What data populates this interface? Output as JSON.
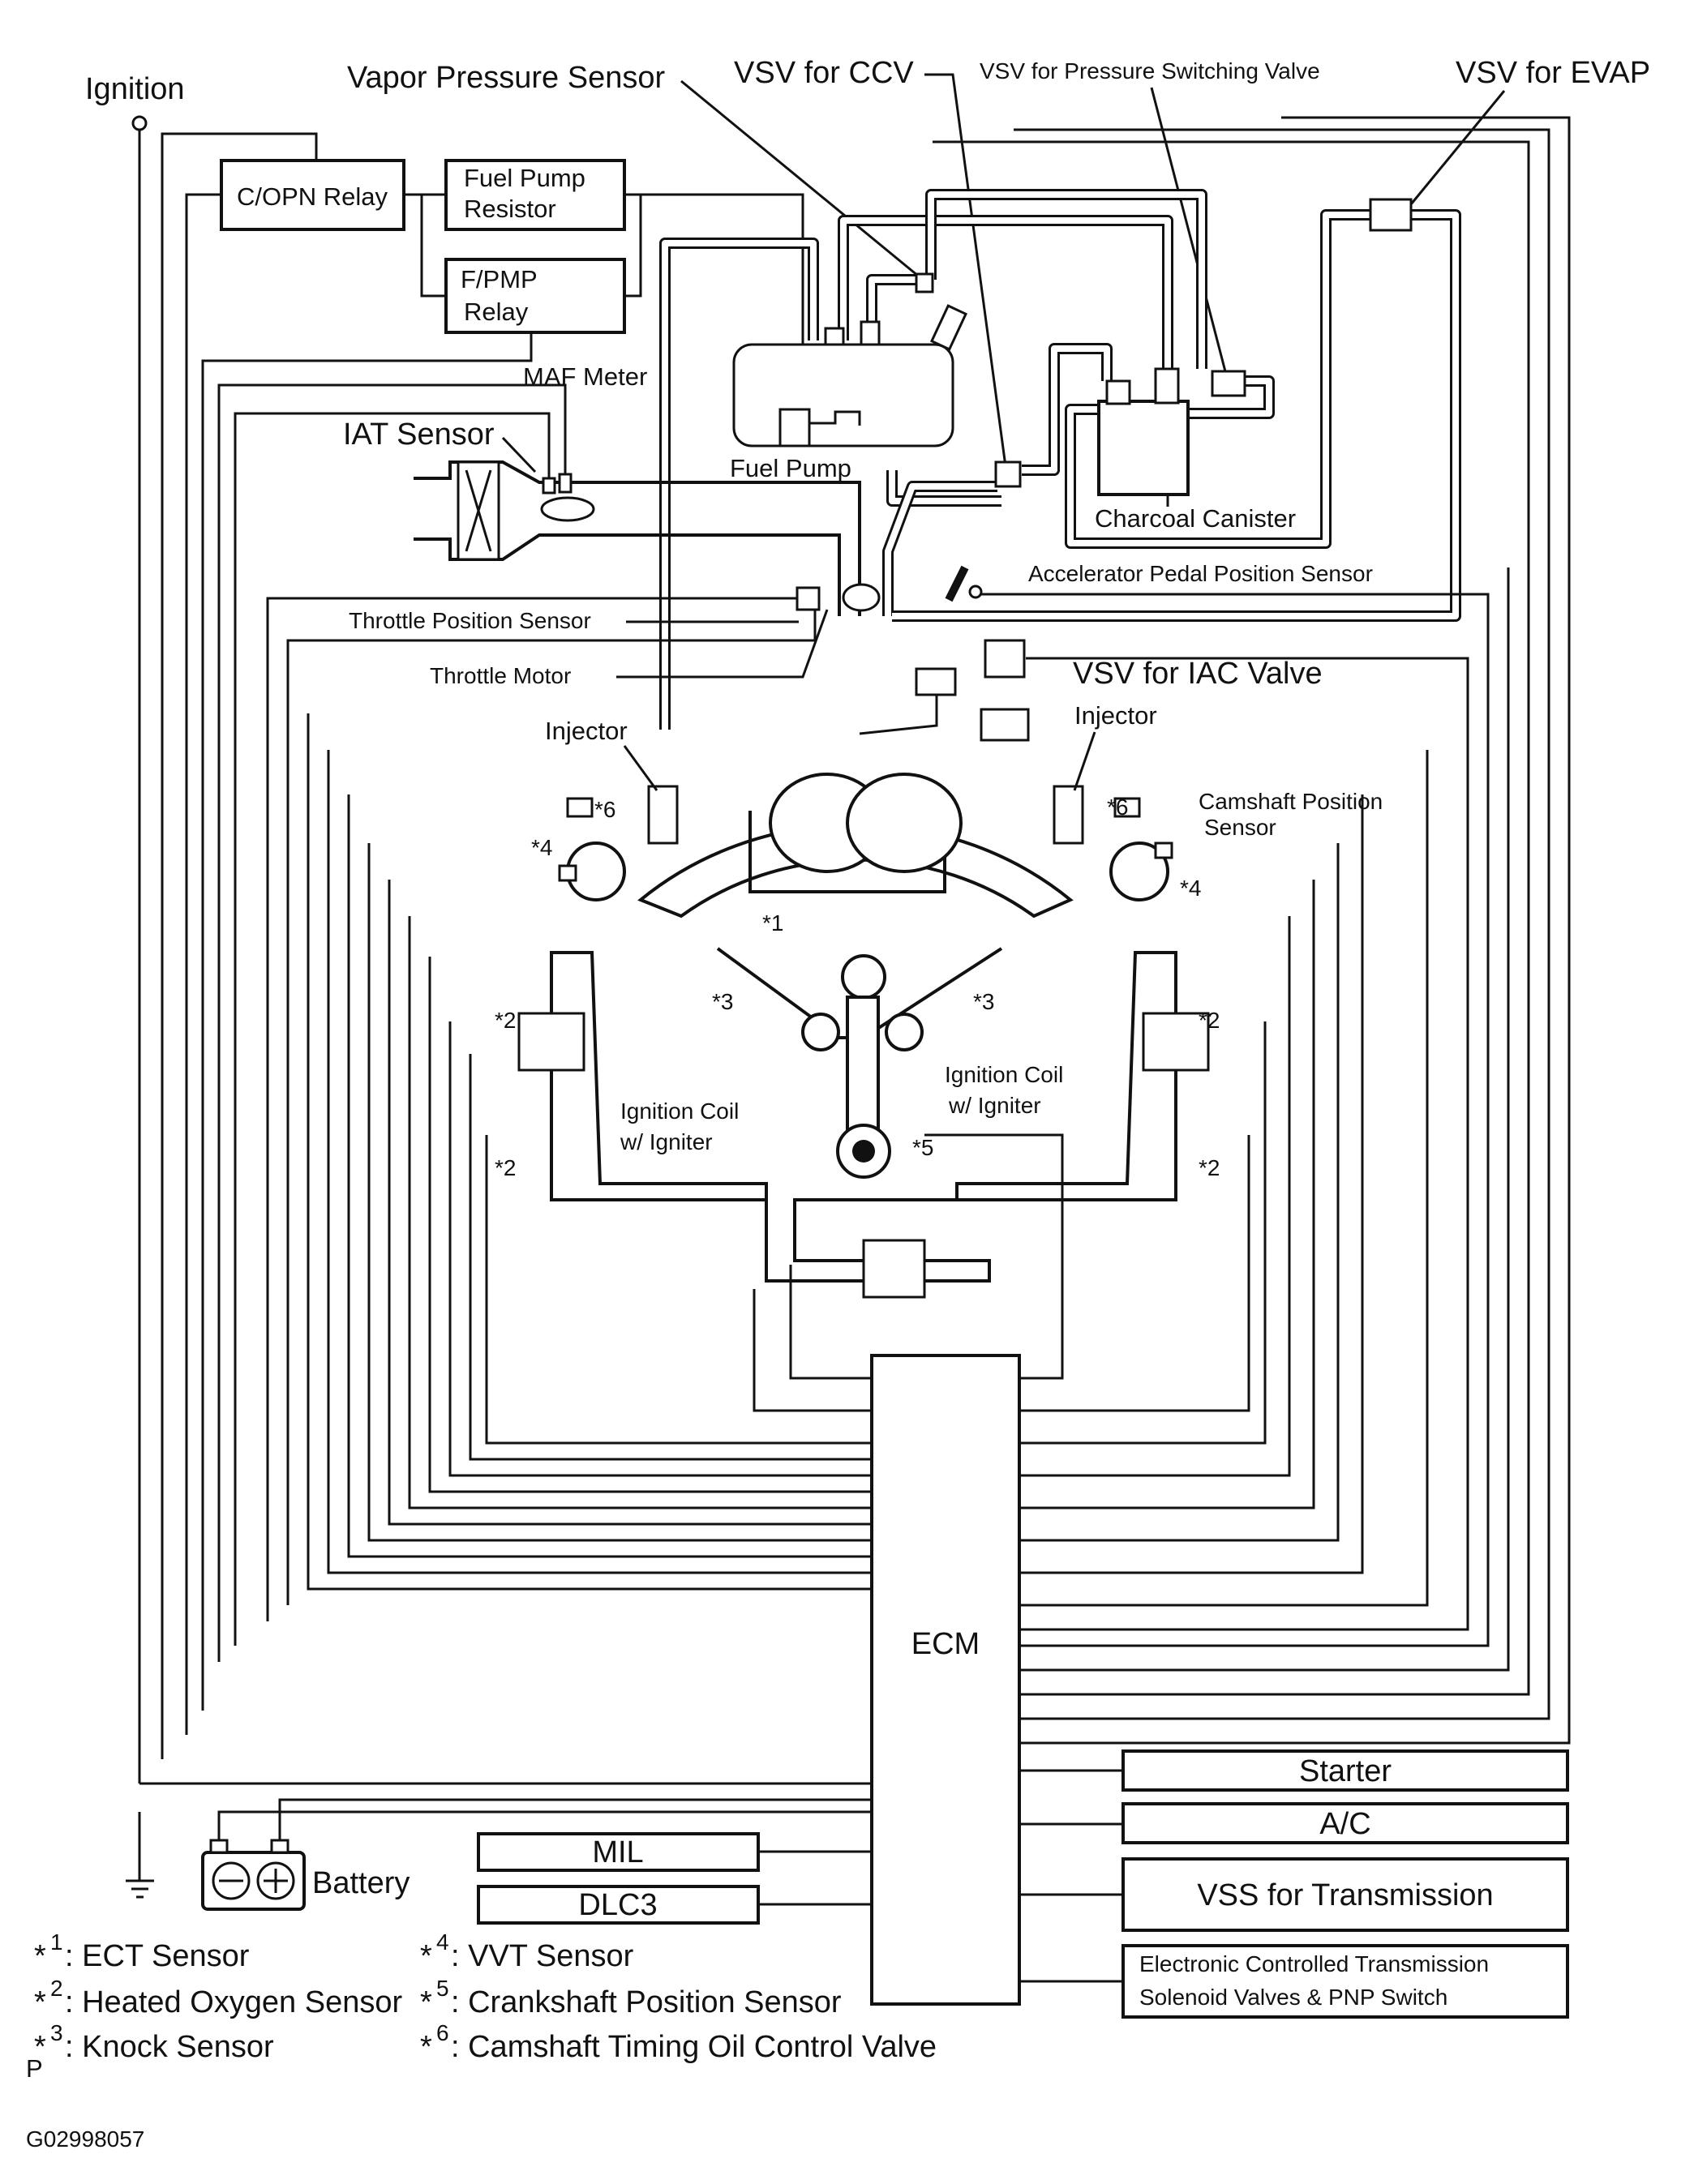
{
  "labels": {
    "ignition": "Ignition",
    "vapor_pressure_sensor": "Vapor Pressure Sensor",
    "vsv_ccv": "VSV for CCV",
    "vsv_pressure_switching": "VSV for Pressure Switching Valve",
    "vsv_evap": "VSV for EVAP",
    "copn_relay": "C/OPN Relay",
    "fuel_pump_resistor_1": "Fuel Pump",
    "fuel_pump_resistor_2": "Resistor",
    "fpmp_relay_1": "F/PMP",
    "fpmp_relay_2": "Relay",
    "maf_meter": "MAF Meter",
    "iat_sensor": "IAT Sensor",
    "fuel_pump": "Fuel Pump",
    "charcoal_canister": "Charcoal Canister",
    "accelerator_pedal": "Accelerator Pedal Position Sensor",
    "throttle_position_sensor": "Throttle Position Sensor",
    "throttle_motor": "Throttle Motor",
    "vsv_iac": "VSV for IAC Valve",
    "injector_left": "Injector",
    "injector_right": "Injector",
    "camshaft_position_1": "Camshaft Position",
    "camshaft_position_2": "Sensor",
    "ignition_coil_left_1": "Ignition Coil",
    "ignition_coil_left_2": "w/ Igniter",
    "ignition_coil_right_1": "Ignition Coil",
    "ignition_coil_right_2": "w/ Igniter",
    "ecm": "ECM",
    "starter": "Starter",
    "ac": "A/C",
    "vss": "VSS for Transmission",
    "ect_sol_1": "Electronic Controlled Transmission",
    "ect_sol_2": "Solenoid Valves & PNP Switch",
    "mil": "MIL",
    "dlc3": "DLC3",
    "battery": "Battery"
  },
  "markers": {
    "m1": "*1",
    "m2a": "*2",
    "m2b": "*2",
    "m2c": "*2",
    "m2d": "*2",
    "m3a": "*3",
    "m3b": "*3",
    "m4a": "*4",
    "m4b": "*4",
    "m5": "*5",
    "m6a": "*6",
    "m6b": "*6"
  },
  "legend": [
    {
      "num": "1",
      "text": ": ECT Sensor"
    },
    {
      "num": "2",
      "text": ": Heated Oxygen Sensor"
    },
    {
      "num": "3",
      "text": ": Knock Sensor"
    },
    {
      "num": "4",
      "text": ": VVT Sensor"
    },
    {
      "num": "5",
      "text": ": Crankshaft Position Sensor"
    },
    {
      "num": "6",
      "text": ": Camshaft Timing Oil Control Valve"
    }
  ],
  "footer": {
    "p": "P",
    "code": "G02998057"
  }
}
